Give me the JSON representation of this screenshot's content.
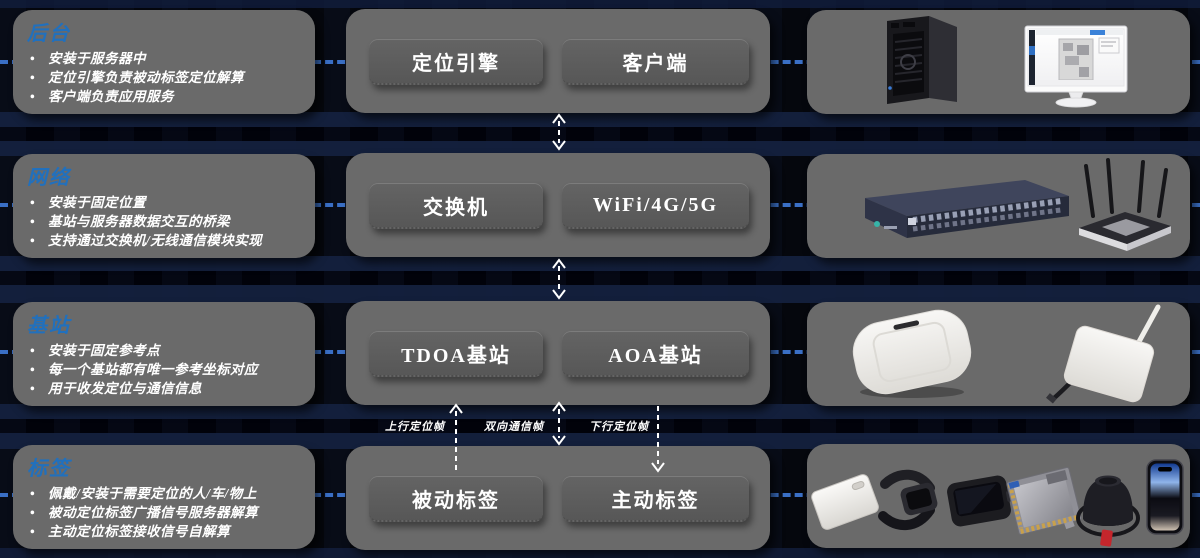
{
  "colors": {
    "background_black": "#05070d",
    "background_navy_band": "#131f3b",
    "panel_grey": "#6a6a6a",
    "node_box_grey": "#5d5d5d",
    "title_blue": "#2170bd",
    "connector_dash_blue": "#3a6fc5",
    "text_white": "#ffffff"
  },
  "rows": [
    {
      "title": "后台",
      "bullets": [
        "安装于服务器中",
        "定位引擎负责被动标签定位解算",
        "客户端负责应用服务"
      ],
      "boxes": [
        "定位引擎",
        "客户端"
      ],
      "device_icons": [
        "tower-server-icon",
        "desktop-monitor-icon"
      ]
    },
    {
      "title": "网络",
      "bullets": [
        "安装于固定位置",
        "基站与服务器数据交互的桥梁",
        "支持通过交换机/无线通信模块实现"
      ],
      "boxes": [
        "交换机",
        "WiFi/4G/5G"
      ],
      "device_icons": [
        "network-switch-icon",
        "wireless-router-icon"
      ]
    },
    {
      "title": "基站",
      "bullets": [
        "安装于固定参考点",
        "每一个基站都有唯一参考坐标对应",
        "用于收发定位与通信信息"
      ],
      "boxes": [
        "TDOA基站",
        "AOA基站"
      ],
      "device_icons": [
        "ceiling-access-point-icon",
        "antenna-base-station-icon"
      ]
    },
    {
      "title": "标签",
      "bullets": [
        "佩戴/安装于需要定位的人/车/物上",
        "被动定位标签广播信号服务器解算",
        "主动定位标签接收信号自解算"
      ],
      "boxes": [
        "被动标签",
        "主动标签"
      ],
      "device_icons": [
        "card-tag-icon",
        "wristband-tag-icon",
        "box-tag-icon",
        "pcb-module-icon",
        "dome-antenna-tag-icon",
        "smartphone-icon"
      ]
    }
  ],
  "flow_labels": {
    "uplink": "上行定位帧",
    "bidirectional": "双向通信帧",
    "downlink": "下行定位帧"
  }
}
